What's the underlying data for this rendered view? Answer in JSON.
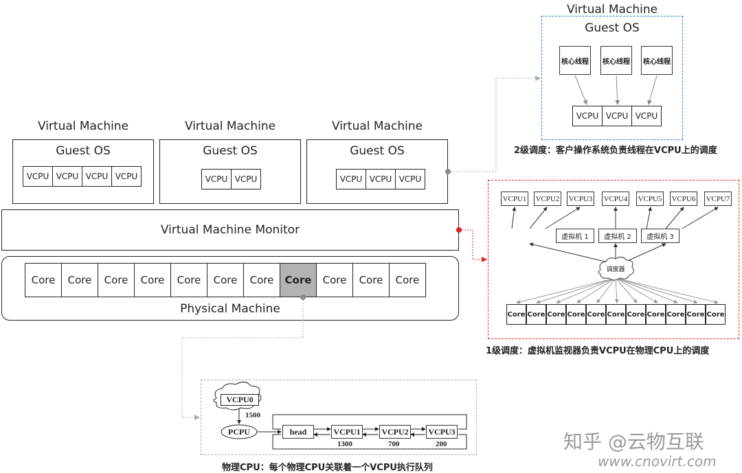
{
  "left_vms": [
    {
      "title": "Virtual  Machine",
      "os": "Guest OS",
      "vcpus": [
        "VCPU",
        "VCPU",
        "VCPU",
        "VCPU"
      ]
    },
    {
      "title": "Virtual  Machine",
      "os": "Guest OS",
      "vcpus": [
        "VCPU",
        "VCPU"
      ]
    },
    {
      "title": "Virtual  Machine",
      "os": "Guest OS",
      "vcpus": [
        "VCPU",
        "VCPU",
        "VCPU"
      ]
    }
  ],
  "vmm_label": "Virtual Machine Monitor",
  "physical": {
    "label": "Physical Machine",
    "cores": [
      "Core",
      "Core",
      "Core",
      "Core",
      "Core",
      "Core",
      "Core",
      "Core",
      "Core",
      "Core",
      "Core"
    ],
    "highlighted_index": 7
  },
  "level2": {
    "title": "Virtual  Machine",
    "os": "Guest OS",
    "threads": [
      "核心线程",
      "核心线程",
      "核心线程"
    ],
    "vcpus": [
      "VCPU",
      "VCPU",
      "VCPU"
    ],
    "caption": "2级调度：客户操作系统负责线程在VCPU上的调度"
  },
  "level1": {
    "vcpus": [
      "VCPU1",
      "VCPU2",
      "VCPU3",
      "VCPU4",
      "VCPU5",
      "VCPU6",
      "VCPU7"
    ],
    "vms": [
      "虚拟机 1",
      "虚拟机 2",
      "虚拟机 3"
    ],
    "scheduler": "调度器",
    "cores": [
      "Core",
      "Core",
      "Core",
      "Core",
      "Core",
      "Core",
      "Core",
      "Core",
      "Core",
      "Core",
      "Core"
    ],
    "caption": "1级调度：虚拟机监视器负责VCPU在物理CPU上的调度"
  },
  "pcpu_queue": {
    "cloud": "VCPU0",
    "cloud_value": "1500",
    "pcpu": "PCPU",
    "head": "head",
    "nodes": [
      {
        "label": "VCPU1",
        "value": "1300"
      },
      {
        "label": "VCPU2",
        "value": "700"
      },
      {
        "label": "VCPU3",
        "value": "200"
      }
    ],
    "caption": "物理CPU：每个物理CPU关联着一个VCPU执行队列"
  },
  "watermark": {
    "line1": "知乎 @云物互联",
    "line2": "www.cnovirt.com"
  },
  "colors": {
    "level2_border": "#2a7fc8",
    "level1_border": "#e02020",
    "connector": "#aaaaaa",
    "highlight_core": "#b3b3b3"
  }
}
